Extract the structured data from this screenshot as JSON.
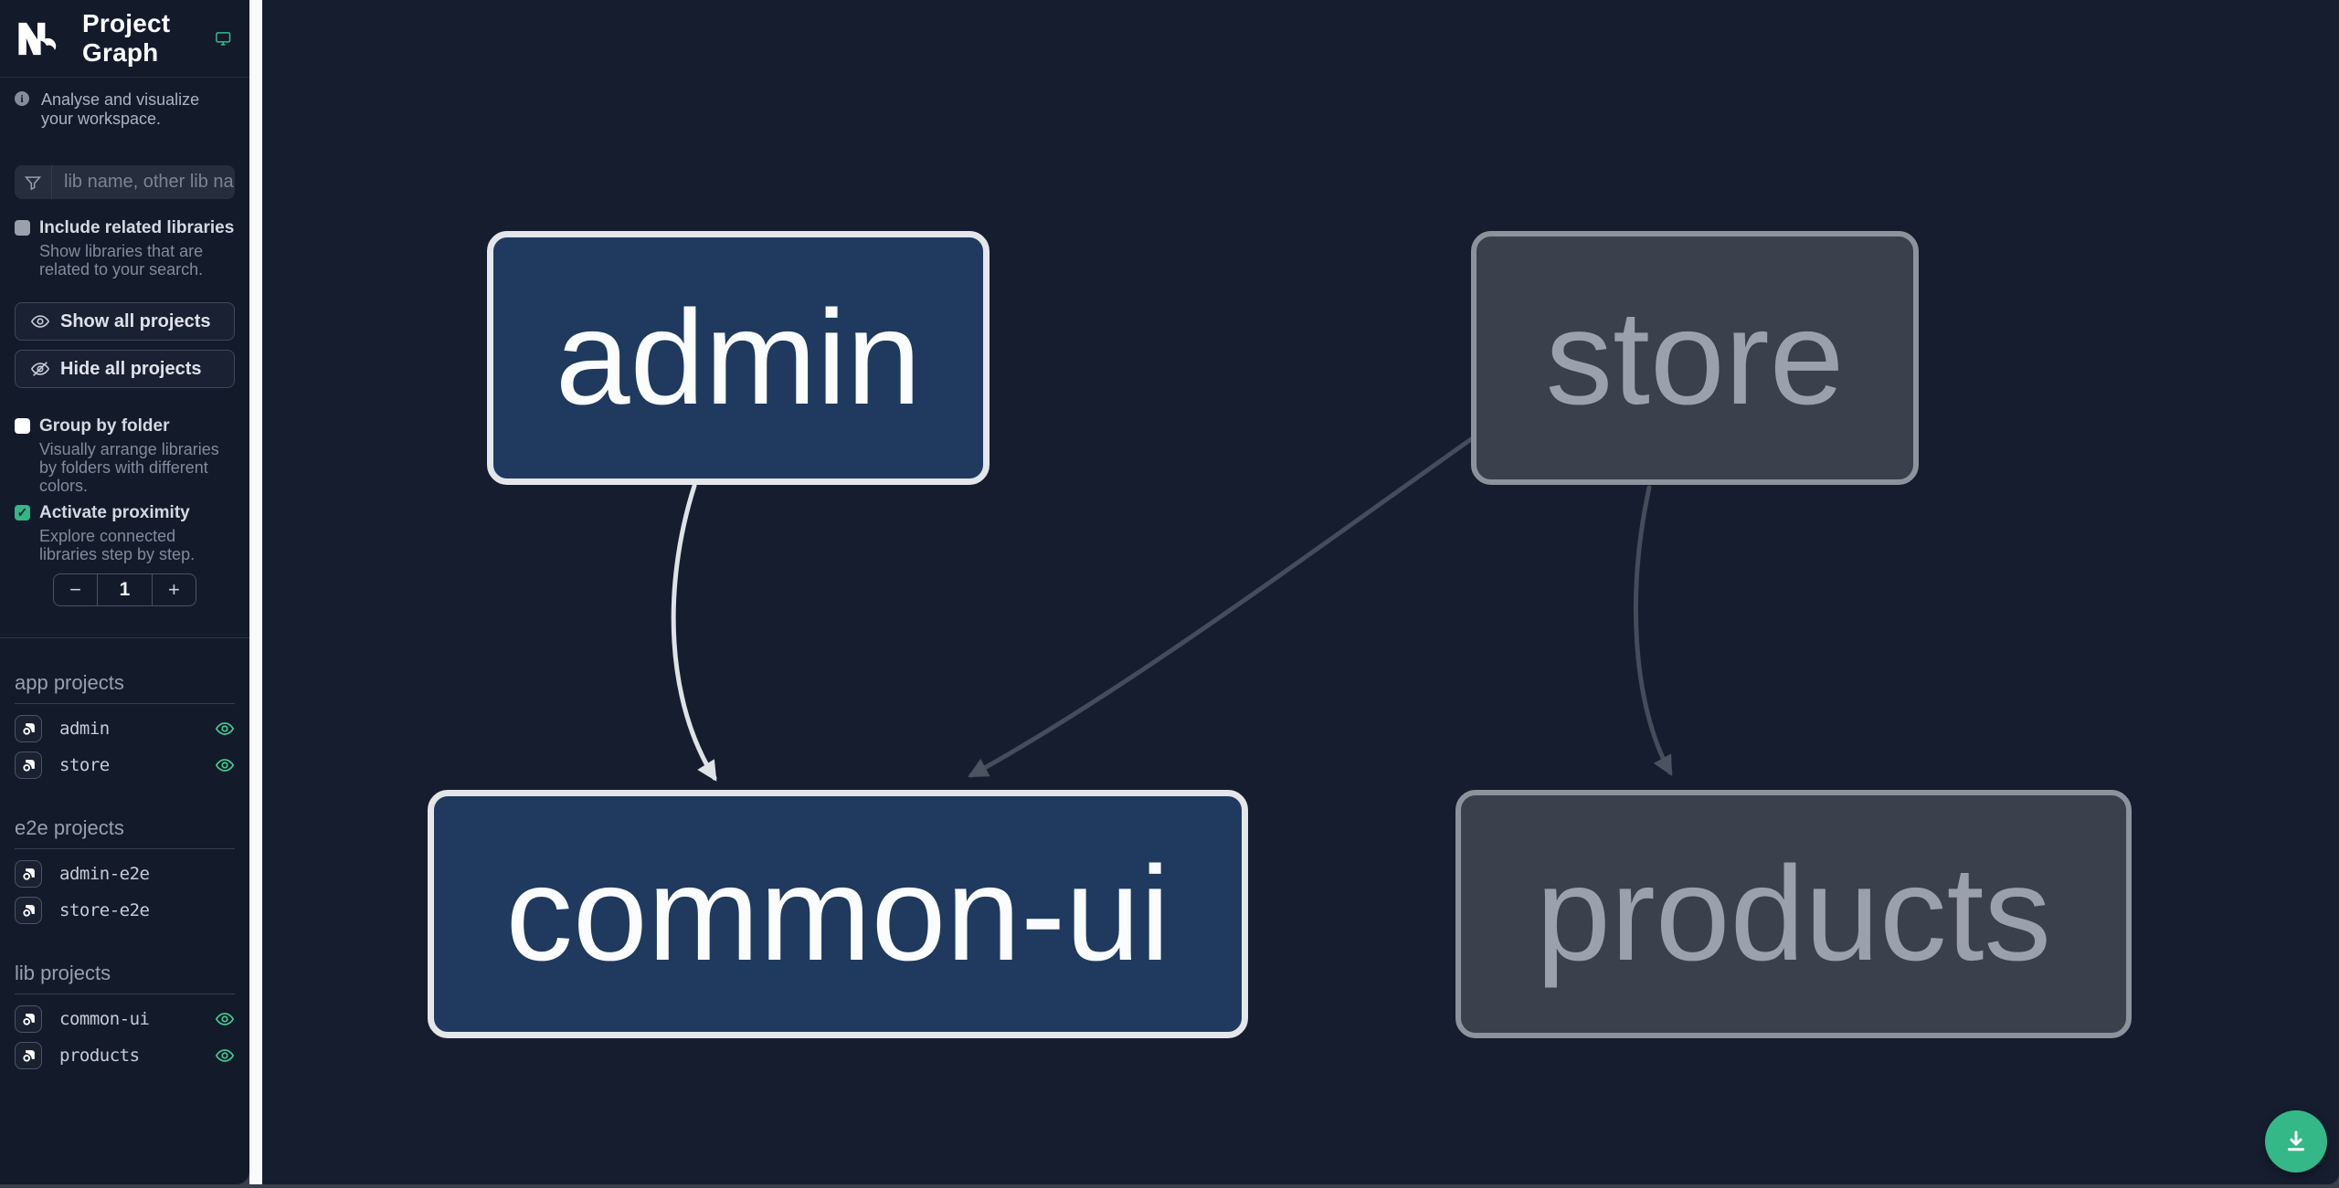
{
  "app": {
    "title": "Project Graph",
    "tagline": "Analyse and visualize your workspace.",
    "info_glyph": "i"
  },
  "sidebar": {
    "filter": {
      "placeholder": "lib name, other lib name"
    },
    "checkboxes": [
      {
        "label": "Include related libraries",
        "description": "Show libraries that are related to your search.",
        "checked": false
      },
      {
        "label": "Group by folder",
        "description": "Visually arrange libraries by folders with different colors.",
        "checked": false
      },
      {
        "label": "Activate proximity",
        "description": "Explore connected libraries step by step.",
        "checked": true,
        "checkmark": "✓"
      }
    ],
    "buttons": [
      {
        "label": "Show all projects"
      },
      {
        "label": "Hide all projects"
      }
    ],
    "proximity_stepper": {
      "decrement": "−",
      "value": "1",
      "increment": "+"
    },
    "sections": [
      {
        "title": "app projects",
        "items": [
          {
            "name": "admin",
            "visible": true
          },
          {
            "name": "store",
            "visible": true
          }
        ]
      },
      {
        "title": "e2e projects",
        "items": [
          {
            "name": "admin-e2e",
            "visible": false
          },
          {
            "name": "store-e2e",
            "visible": false
          }
        ]
      },
      {
        "title": "lib projects",
        "items": [
          {
            "name": "common-ui",
            "visible": true
          },
          {
            "name": "products",
            "visible": true
          }
        ]
      }
    ]
  },
  "graph": {
    "nodes": [
      {
        "id": "admin",
        "label": "admin",
        "state": "focused"
      },
      {
        "id": "store",
        "label": "store",
        "state": "unfocused"
      },
      {
        "id": "common-ui",
        "label": "common-ui",
        "state": "focused"
      },
      {
        "id": "products",
        "label": "products",
        "state": "unfocused"
      }
    ],
    "edges": [
      {
        "source": "admin",
        "target": "common-ui",
        "style": "highlighted"
      },
      {
        "source": "store",
        "target": "common-ui",
        "style": "dimmed"
      },
      {
        "source": "store",
        "target": "products",
        "style": "dimmed"
      }
    ]
  },
  "colors": {
    "accent_teal": "#35b888",
    "eye_green": "#41cb8f",
    "node_blue_fill": "#1f3a5e",
    "node_blue_border": "#e4e6ea",
    "node_gray_fill": "#3a404c",
    "node_gray_border": "#8d939d",
    "edge_highlighted": "#dfe2e6",
    "edge_dimmed": "#4b5260",
    "sidebar_bg": "#131a2a",
    "canvas_bg": "#151d2f"
  }
}
